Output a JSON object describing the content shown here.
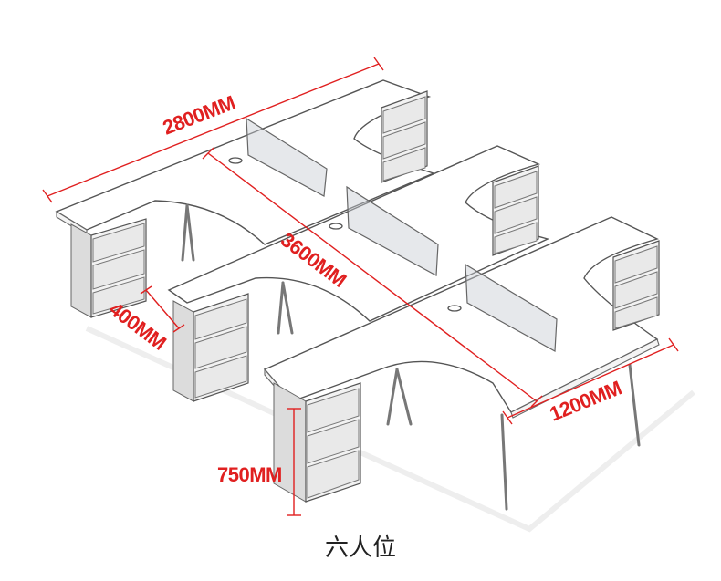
{
  "dimensions": {
    "width_label": "2800MM",
    "length_label": "3600MM",
    "return_label": "400MM",
    "depth_label": "1200MM",
    "height_label": "750MM"
  },
  "caption": "六人位",
  "colors": {
    "dimension_red": "#e02020",
    "line_gray": "#555555",
    "glass": "#c8cdd2"
  }
}
